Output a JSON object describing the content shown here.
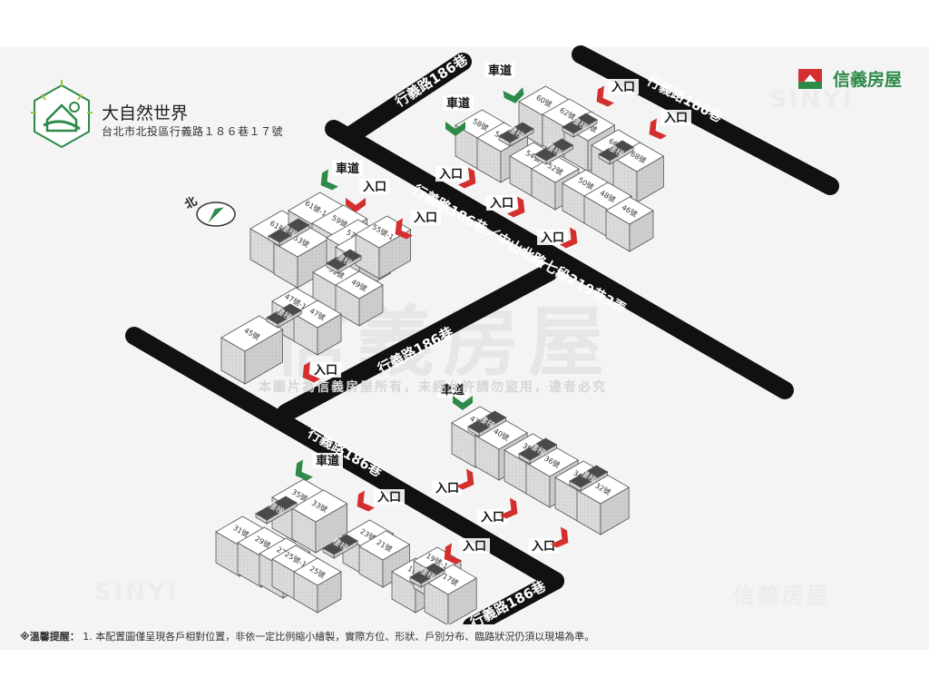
{
  "project": {
    "name": "大自然世界",
    "address": "台北市北投區行義路１８６巷１７號"
  },
  "brand": {
    "name": "信義房屋",
    "green": "#2d8a49",
    "red": "#d32f2f"
  },
  "watermark": {
    "big": "信義房屋",
    "notice": "本圖片為信義房屋所有，未經允許請勿盜用，違者必究",
    "sinyi_1": "SINYI",
    "sinyi_2": "SINYI",
    "sinyi_3": "信義房屋"
  },
  "compass": {
    "label": "北"
  },
  "roads": {
    "top_left": "行義路186巷",
    "top_right": "行義路186巷",
    "diagonal_upper": "行義路186巷／中山北路七段219巷3弄",
    "middle": "行義路186巷",
    "lower_diagonal": "行義路186巷",
    "bottom": "行義路186巷"
  },
  "labels": {
    "entrance": "入口",
    "driveway": "車道",
    "stairs": "樓梯"
  },
  "units": {
    "u60": "60號",
    "u58": "58號",
    "u56": "56號",
    "u62": "62號",
    "u64": "64號",
    "u54": "54號",
    "u52": "52號",
    "u66": "66號",
    "u68": "68號",
    "u50": "50號",
    "u48": "48號",
    "u46": "46號",
    "u61": "61號",
    "u61_1": "61號-1",
    "u59": "59號",
    "u53": "53號",
    "u57": "57號",
    "u55": "55號",
    "u55_1": "55號-1",
    "u51": "51號",
    "u49": "49號",
    "u47_1": "47號-1",
    "u47": "47號",
    "u45": "45號",
    "u43": "43號",
    "u40": "40號",
    "u38": "38號",
    "u36": "36號",
    "u34": "34號",
    "u32": "32號",
    "u35": "35號",
    "u33": "33號",
    "u31": "31號",
    "u29": "29號",
    "u27": "27號",
    "u25_1": "25號-1",
    "u25": "25號",
    "u23": "23號",
    "u21": "21號",
    "u19": "19號",
    "u19_1": "19號-1",
    "u17": "17號"
  },
  "footnote": {
    "label": "※溫馨提醒：",
    "text": "1. 本配置圖僅呈現各戶相對位置，非依一定比例縮小繪製，實際方位、形狀、戶別分布、臨路狀況仍須以現場為準。"
  }
}
